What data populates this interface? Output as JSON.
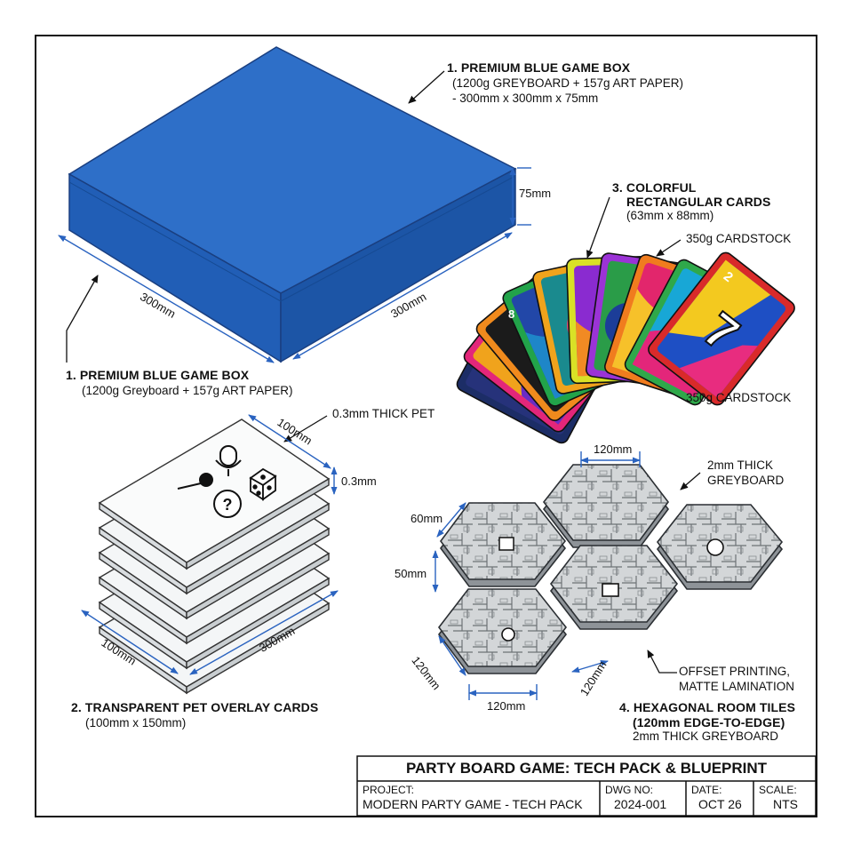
{
  "callouts": {
    "box_top_title": "1. PREMIUM BLUE GAME BOX",
    "box_top_spec1": "(1200g GREYBOARD + 157g ART PAPER)",
    "box_top_spec2": "- 300mm x 300mm x 75mm",
    "box_bottom_title": "1. PREMIUM BLUE GAME BOX",
    "box_bottom_spec": "(1200g Greyboard + 157g ART PAPER)",
    "cards_title1": "3. COLORFUL",
    "cards_title2": "RECTANGULAR CARDS",
    "cards_size": "(63mm x 88mm)",
    "cardstock_top": "350g CARDSTOCK",
    "cardstock_bottom": "350g CARDSTOCK",
    "pet_thick": "0.3mm THICK PET",
    "pet_title": "2. TRANSPARENT PET OVERLAY CARDS",
    "pet_size": "(100mm x 150mm)",
    "hex_thick1": "2mm THICK",
    "hex_thick2": "GREYBOARD",
    "hex_print1": "OFFSET PRINTING,",
    "hex_print2": "MATTE LAMINATION",
    "hex_title1": "4. HEXAGONAL ROOM TILES",
    "hex_title2": "(120mm EDGE-TO-EDGE)",
    "hex_title3": "2mm THICK GREYBOARD"
  },
  "dimensions": {
    "box_height": "75mm",
    "box_left": "300mm",
    "box_right": "300mm",
    "pet_top": "100mm",
    "pet_thickness": "0.3mm",
    "pet_left": "100mm",
    "pet_right": "300mm",
    "hex_top": "120mm",
    "hex_60": "60mm",
    "hex_50": "50mm",
    "hex_left": "120mm",
    "hex_bottom": "120mm",
    "hex_right": "120mm"
  },
  "card_glyphs": [
    "8",
    "2",
    "7"
  ],
  "title_block": {
    "title": "PARTY BOARD GAME: TECH PACK & BLUEPRINT",
    "project_label": "PROJECT:",
    "project_value": "MODERN PARTY GAME - TECH PACK",
    "dwg_label": "DWG NO:",
    "dwg_value": "2024-001",
    "date_label": "DATE:",
    "date_value": "OCT 26",
    "scale_label": "SCALE:",
    "scale_value": "NTS"
  },
  "icons": [
    "microphone-icon",
    "dice-icon",
    "question-icon",
    "microphone-stand-icon"
  ],
  "colors": {
    "box_top": "#2e6fc8",
    "box_side": "#1f5bb0",
    "dimension_line": "#2a63c0",
    "tile_grey": "#cfd2d4",
    "frame": "#111111"
  }
}
